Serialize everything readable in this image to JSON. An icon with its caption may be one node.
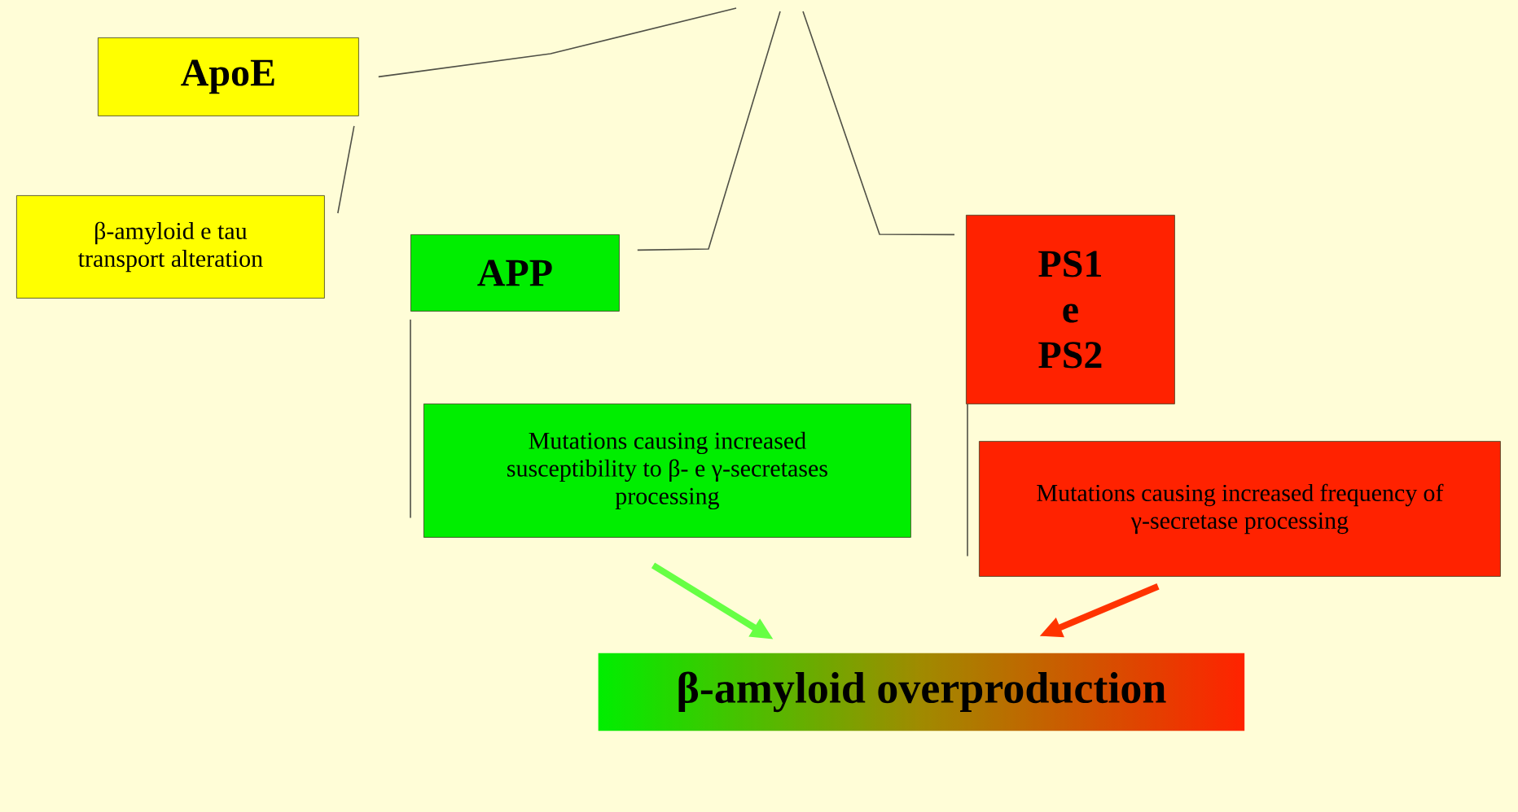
{
  "diagram": {
    "nodes": [
      {
        "text": [
          "ApoE"
        ]
      },
      {
        "text": [
          "β-amyloid e tau transport alteration"
        ]
      },
      {
        "text": [
          "APP"
        ]
      },
      {
        "text": [
          "Mutations causing increased susceptibility to β- e γ-secretases processing"
        ]
      },
      {
        "text": [
          "PS1 e PS2"
        ]
      },
      {
        "text": [
          "Mutations causing increased frequency of γ-secretase processing"
        ]
      },
      {
        "text": [
          "β-amyloid overproduction"
        ]
      }
    ],
    "edges": [
      {
        "from": null,
        "to": 0,
        "arrow": "none"
      },
      {
        "from": 0,
        "to": 1,
        "arrow": "none"
      },
      {
        "from": null,
        "to": 2,
        "arrow": "none"
      },
      {
        "from": null,
        "to": 4,
        "arrow": "none"
      },
      {
        "from": 2,
        "to": 3,
        "arrow": "none"
      },
      {
        "from": 4,
        "to": 5,
        "arrow": "none"
      },
      {
        "from": 3,
        "to": 6,
        "arrow": "to",
        "style": "thick",
        "color": "#66ff44"
      },
      {
        "from": 5,
        "to": 6,
        "arrow": "to",
        "style": "thick",
        "color": "#ff3300"
      }
    ]
  }
}
